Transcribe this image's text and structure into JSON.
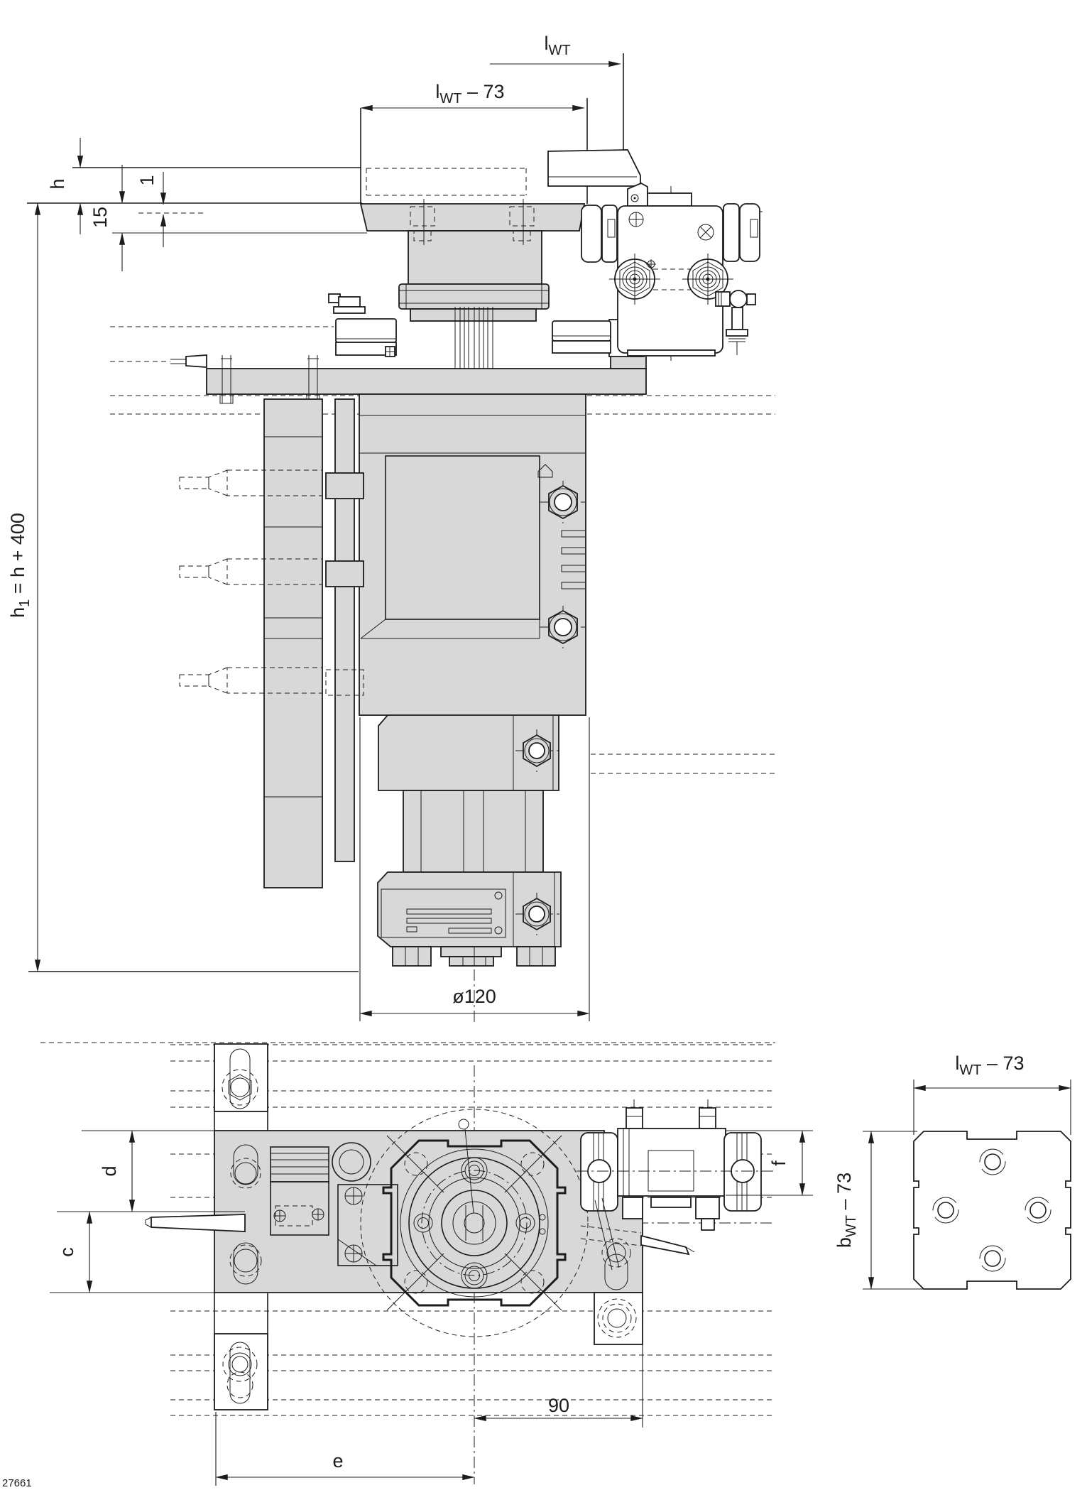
{
  "colors": {
    "line": "#1c1c1c",
    "gray_fill": "#d8d8d8",
    "background": "#ffffff"
  },
  "figure_number": "27661",
  "dimensions": {
    "front": {
      "lwt": {
        "base": "l",
        "sub": "WT",
        "suffix": ""
      },
      "lwt_minus_73": {
        "base": "l",
        "sub": "WT",
        "suffix": " – 73"
      },
      "height_h": "h",
      "gap_1": "1",
      "offset_15": "15",
      "h1_formula": {
        "base": "h",
        "sub": "1",
        "suffix": " = h + 400"
      },
      "diameter": "ø120"
    },
    "plan": {
      "c": "c",
      "d": "d",
      "e": "e",
      "f": "f",
      "dist_90": "90"
    },
    "pallet": {
      "lwt_minus_73": {
        "base": "l",
        "sub": "WT",
        "suffix": " – 73"
      },
      "bwt_minus_73": {
        "base": "b",
        "sub": "WT",
        "suffix": " – 73"
      }
    }
  }
}
